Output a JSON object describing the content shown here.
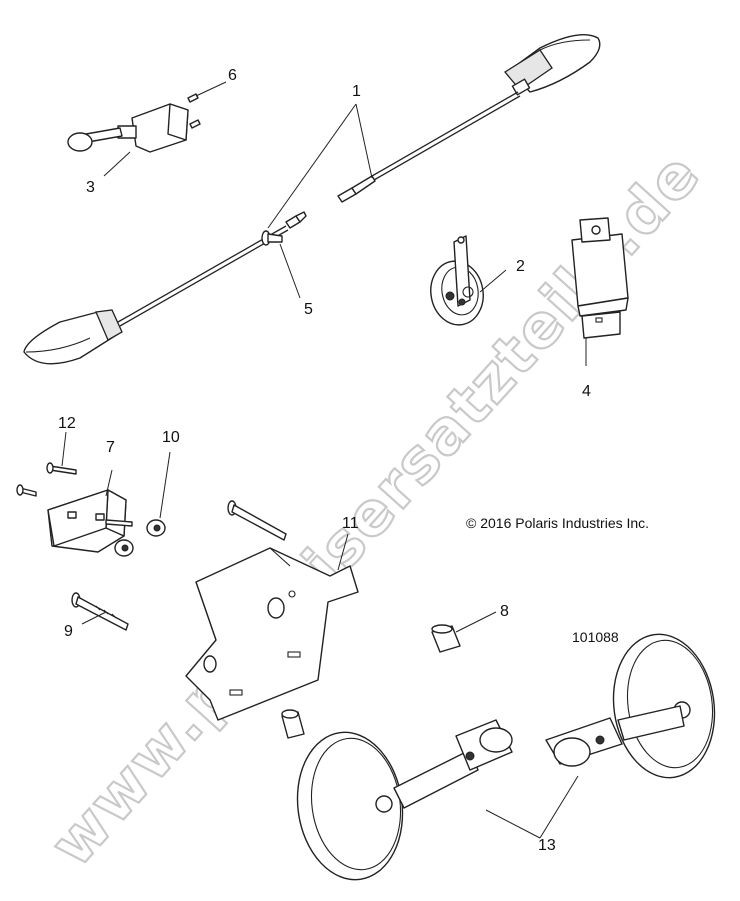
{
  "diagram": {
    "copyright": "© 2016 Polaris Industries Inc.",
    "figure_number": "101088",
    "watermark": "www.polarisersatzteile.de",
    "callouts": [
      {
        "id": "c1",
        "label": "1"
      },
      {
        "id": "c2",
        "label": "2"
      },
      {
        "id": "c3",
        "label": "3"
      },
      {
        "id": "c4",
        "label": "4"
      },
      {
        "id": "c5",
        "label": "5"
      },
      {
        "id": "c6",
        "label": "6"
      },
      {
        "id": "c7",
        "label": "7"
      },
      {
        "id": "c8",
        "label": "8"
      },
      {
        "id": "c9",
        "label": "9"
      },
      {
        "id": "c10",
        "label": "10"
      },
      {
        "id": "c11",
        "label": "11"
      },
      {
        "id": "c12",
        "label": "12"
      },
      {
        "id": "c13",
        "label": "13"
      }
    ]
  }
}
